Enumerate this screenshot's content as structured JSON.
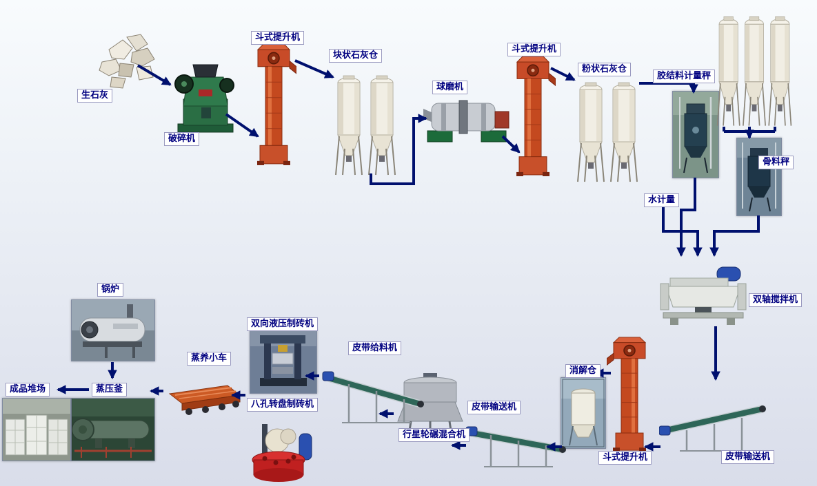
{
  "diagram_type": "process-flow",
  "colors": {
    "arrow": "#00106e",
    "label_text": "#000080",
    "label_bg": "#ffffff",
    "label_border": "#9a9ac0",
    "elevator_red": "#c4491f",
    "silo_body": "#f1eee4",
    "crusher_green": "#2f7a4c",
    "motor_blue": "#2a50b0",
    "belt_green": "#2e6658"
  },
  "nodes": {
    "quicklime": {
      "label": "生石灰"
    },
    "crusher": {
      "label": "破碎机"
    },
    "bucket_elevator_1": {
      "label": "斗式提升机"
    },
    "lump_lime_silo": {
      "label": "块状石灰仓"
    },
    "ball_mill": {
      "label": "球磨机"
    },
    "bucket_elevator_2": {
      "label": "斗式提升机"
    },
    "powder_lime_silo": {
      "label": "粉状石灰仓"
    },
    "binder_scale": {
      "label": "胶结料计量秤"
    },
    "aggregate_scale": {
      "label": "骨料秤"
    },
    "water_meter": {
      "label": "水计量"
    },
    "twin_shaft_mixer": {
      "label": "双轴搅拌机"
    },
    "digestion_silo": {
      "label": "消解仓"
    },
    "bucket_elevator_3": {
      "label": "斗式提升机"
    },
    "belt_conveyor_right": {
      "label": "皮带输送机"
    },
    "belt_conveyor_mid": {
      "label": "皮带输送机"
    },
    "planetary_mixer": {
      "label": "行星轮碾混合机"
    },
    "belt_feeder": {
      "label": "皮带给料机"
    },
    "hydraulic_press": {
      "label": "双向液压制砖机"
    },
    "rotary_press": {
      "label": "八孔转盘制砖机"
    },
    "steam_trolley": {
      "label": "蒸养小车"
    },
    "autoclave": {
      "label": "蒸压釜"
    },
    "boiler": {
      "label": "锅炉"
    },
    "product_yard": {
      "label": "成品堆场"
    }
  }
}
